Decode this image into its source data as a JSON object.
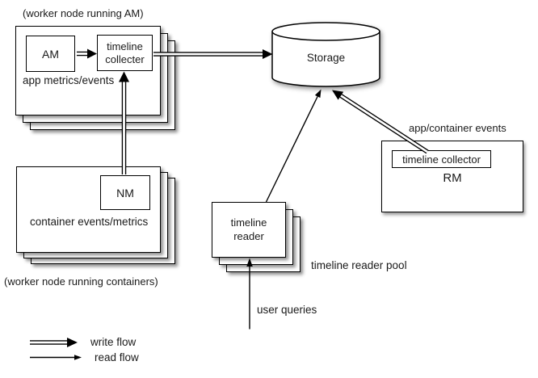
{
  "worker_am": {
    "caption": "(worker node running AM)",
    "am_label": "AM",
    "collector_label": "timeline collecter",
    "events_label": "app metrics/events"
  },
  "worker_nm": {
    "caption": "(worker node running containers)",
    "nm_label": "NM",
    "events_label": "container events/metrics"
  },
  "storage": {
    "label": "Storage"
  },
  "rm": {
    "label": "RM",
    "collector_label": "timeline collector",
    "events_label": "app/container events"
  },
  "reader_pool": {
    "box_label": "timeline reader",
    "pool_label": "timeline reader pool",
    "queries_label": "user queries"
  },
  "legend": {
    "write_label": "write flow",
    "read_label": "read flow"
  },
  "colors": {
    "stroke": "#000000",
    "text": "#1a1a1a",
    "fill": "#ffffff"
  }
}
